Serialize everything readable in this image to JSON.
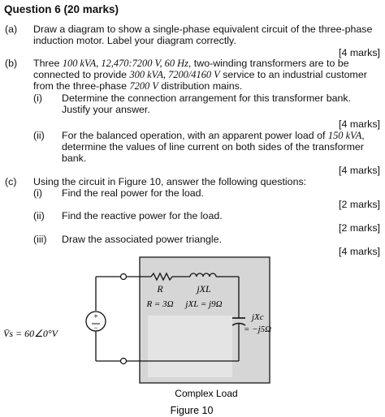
{
  "question": {
    "title": "Question 6 (20 marks)",
    "parts": {
      "a": {
        "label": "(a)",
        "line1": "Draw a diagram to show a single-phase equivalent circuit of the three-phase",
        "line2": "induction motor. Label your diagram correctly.",
        "marks": "[4 marks]"
      },
      "b": {
        "label": "(b)",
        "line1_pre": "Three ",
        "line1_math1": "100 kVA, 12,470:7200 V, 60 Hz",
        "line1_post": ", two-winding transformers are to be",
        "line2_pre": "connected to provide ",
        "line2_math": "300 kVA, 7200/4160 V",
        "line2_post": " service to an industrial customer",
        "line3_pre": "from the three-phase ",
        "line3_math": "7200 V",
        "line3_post": " distribution mains.",
        "i": {
          "label": "(i)",
          "line1": "Determine the connection arrangement for this transformer bank.",
          "line2": "Justify your answer.",
          "marks": "[4 marks]"
        },
        "ii": {
          "label": "(ii)",
          "line1_pre": "For the balanced operation, with an apparent power load of ",
          "line1_math": "150 kVA",
          "line1_post": ",",
          "line2": "determine the values of line current on both sides of the transformer",
          "line3": "bank.",
          "marks": "[4 marks]"
        }
      },
      "c": {
        "label": "(c)",
        "intro": "Using the circuit in Figure 10, answer the following questions:",
        "i": {
          "label": "(i)",
          "text": "Find the real power for the load.",
          "marks": "[2 marks]"
        },
        "ii": {
          "label": "(ii)",
          "text": "Find the reactive power for the load.",
          "marks": "[2 marks]"
        },
        "iii": {
          "label": "(iii)",
          "text": "Draw the associated power triangle.",
          "marks": "[4 marks]"
        }
      }
    }
  },
  "figure": {
    "source_label": "V̄s = 60∠0°V",
    "resistor_symbol": "R",
    "resistor_value": "R = 3Ω",
    "inductor_symbol": "jXL",
    "inductor_value": "jXL = j9Ω",
    "capacitor_symbol": "jXc",
    "capacitor_value": "= −j5Ω",
    "load_label": "Complex Load",
    "caption": "Figure 10"
  }
}
